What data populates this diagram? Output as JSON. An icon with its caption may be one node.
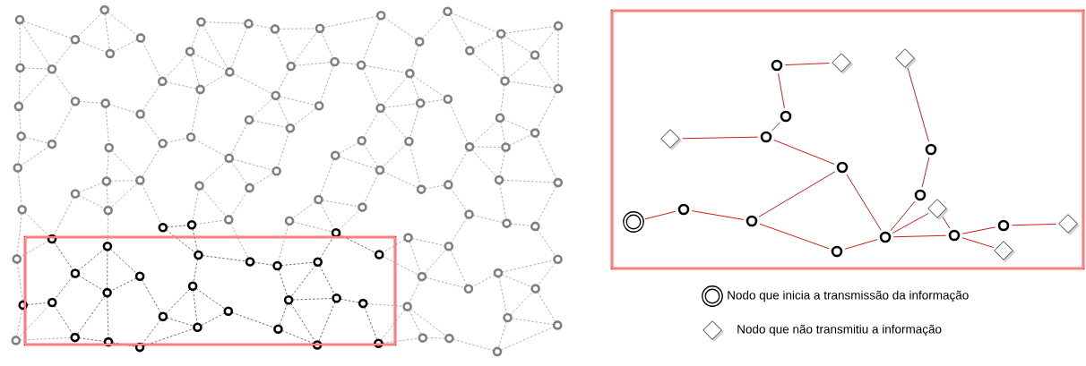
{
  "diagram": {
    "nodes": [
      {
        "text": [],
        "shape": "circle"
      },
      {
        "text": [],
        "shape": "ring"
      },
      {
        "text": [],
        "shape": "ring"
      },
      {
        "text": [],
        "shape": "ring"
      },
      {
        "text": [],
        "shape": "ring"
      },
      {
        "text": [],
        "shape": "ring"
      },
      {
        "text": [],
        "shape": "ring"
      },
      {
        "text": [],
        "shape": "ring"
      },
      {
        "text": [],
        "shape": "ring"
      },
      {
        "text": [],
        "shape": "ring"
      },
      {
        "text": [],
        "shape": "ring"
      },
      {
        "text": [],
        "shape": "ring"
      },
      {
        "text": [],
        "shape": "ring"
      },
      {
        "text": [],
        "shape": "diamond"
      },
      {
        "text": [],
        "shape": "diamond"
      },
      {
        "text": [],
        "shape": "diamond"
      },
      {
        "text": [],
        "shape": "diamond"
      },
      {
        "text": [],
        "shape": "diamond"
      },
      {
        "text": [],
        "shape": "diamond"
      }
    ],
    "edges": [
      {
        "from": 0,
        "to": 1,
        "arrow": "none"
      },
      {
        "from": 1,
        "to": 2,
        "arrow": "none"
      },
      {
        "from": 2,
        "to": 3,
        "arrow": "none"
      },
      {
        "from": 2,
        "to": 4,
        "arrow": "none"
      },
      {
        "from": 3,
        "to": 5,
        "arrow": "none"
      },
      {
        "from": 4,
        "to": 5,
        "arrow": "none"
      },
      {
        "from": 4,
        "to": 6,
        "arrow": "none"
      },
      {
        "from": 6,
        "to": 7,
        "arrow": "none"
      },
      {
        "from": 6,
        "to": 13,
        "arrow": "none"
      },
      {
        "from": 7,
        "to": 8,
        "arrow": "none"
      },
      {
        "from": 8,
        "to": 14,
        "arrow": "none"
      },
      {
        "from": 5,
        "to": 9,
        "arrow": "none"
      },
      {
        "from": 5,
        "to": 15,
        "arrow": "none"
      },
      {
        "from": 5,
        "to": 10,
        "arrow": "none"
      },
      {
        "from": 15,
        "to": 10,
        "arrow": "none"
      },
      {
        "from": 9,
        "to": 11,
        "arrow": "none"
      },
      {
        "from": 11,
        "to": 16,
        "arrow": "none"
      },
      {
        "from": 10,
        "to": 12,
        "arrow": "none"
      },
      {
        "from": 10,
        "to": 17,
        "arrow": "none"
      },
      {
        "from": 12,
        "to": 18,
        "arrow": "none"
      }
    ],
    "legend": [
      {
        "text": "Nodo que inicia a transmissão da informação"
      },
      {
        "text": "Nodo que não transmitiu a informação"
      }
    ]
  }
}
